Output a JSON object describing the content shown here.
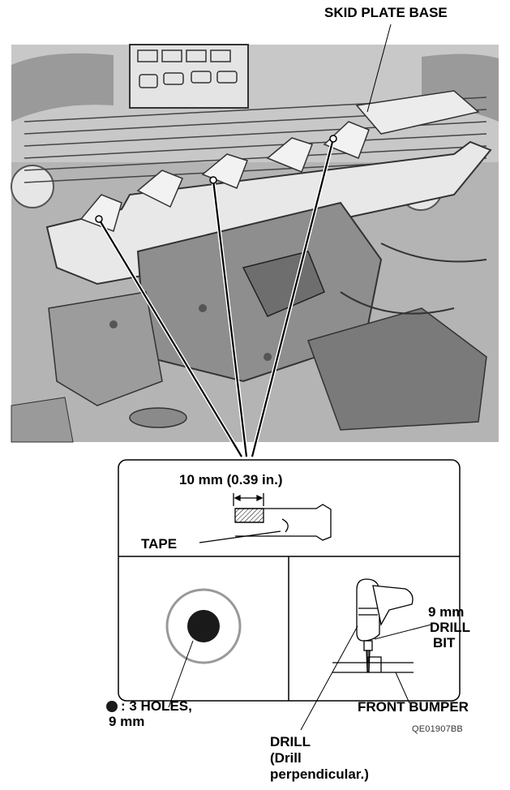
{
  "labels": {
    "skid_plate_base": "SKID PLATE BASE",
    "tape_distance": "10 mm (0.39 in.)",
    "tape": "TAPE",
    "drill_bit_line1": "9 mm",
    "drill_bit_line2": "DRILL",
    "drill_bit_line3": "BIT",
    "front_bumper": "FRONT BUMPER",
    "holes_line1": ": 3 HOLES,",
    "holes_line2": "9 mm",
    "drill_line1": "DRILL",
    "drill_line2": "(Drill",
    "drill_line3": "perpendicular.)",
    "figure_code": "QE01907BB"
  },
  "colors": {
    "line": "#000000",
    "photo_dark": "#5a5a5a",
    "photo_mid": "#a8a8a8",
    "photo_light": "#d6d6d6",
    "hole_fill": "#1a1a1a"
  }
}
